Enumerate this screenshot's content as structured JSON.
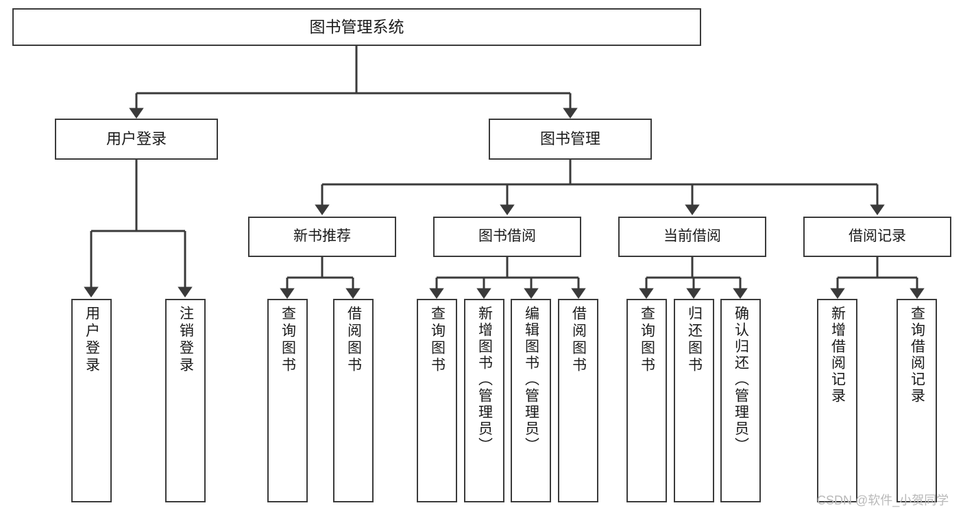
{
  "diagram": {
    "title": "图书管理系统",
    "type": "hierarchy-tree",
    "watermark": "CSDN @软件_小贺同学",
    "colors": {
      "stroke": "#3a3a3a",
      "fill": "#ffffff",
      "text": "#1a1a1a",
      "watermark": "#b9b9b9"
    },
    "nodes": {
      "root": {
        "label": "图书管理系统"
      },
      "level1": [
        {
          "id": "user-login",
          "label": "用户登录"
        },
        {
          "id": "book-manage",
          "label": "图书管理"
        }
      ],
      "level2": [
        {
          "id": "new-book-recommend",
          "label": "新书推荐"
        },
        {
          "id": "book-borrow",
          "label": "图书借阅"
        },
        {
          "id": "current-borrow",
          "label": "当前借阅"
        },
        {
          "id": "borrow-record",
          "label": "借阅记录"
        }
      ],
      "leaves": [
        {
          "id": "leaf-user-login",
          "label": "用户登录"
        },
        {
          "id": "leaf-logout-login",
          "label": "注销登录"
        },
        {
          "id": "leaf-query-book-1",
          "label": "查询图书"
        },
        {
          "id": "leaf-borrow-book-1",
          "label": "借阅图书"
        },
        {
          "id": "leaf-query-book-2",
          "label": "查询图书"
        },
        {
          "id": "leaf-add-book-admin",
          "label": "新增图书（管理员）"
        },
        {
          "id": "leaf-edit-book-admin",
          "label": "编辑图书（管理员）"
        },
        {
          "id": "leaf-borrow-book-2",
          "label": "借阅图书"
        },
        {
          "id": "leaf-query-book-3",
          "label": "查询图书"
        },
        {
          "id": "leaf-return-book",
          "label": "归还图书"
        },
        {
          "id": "leaf-confirm-return-admin",
          "label": "确认归还（管理员）"
        },
        {
          "id": "leaf-add-borrow-record",
          "label": "新增借阅记录"
        },
        {
          "id": "leaf-query-borrow-record",
          "label": "查询借阅记录"
        }
      ]
    }
  }
}
